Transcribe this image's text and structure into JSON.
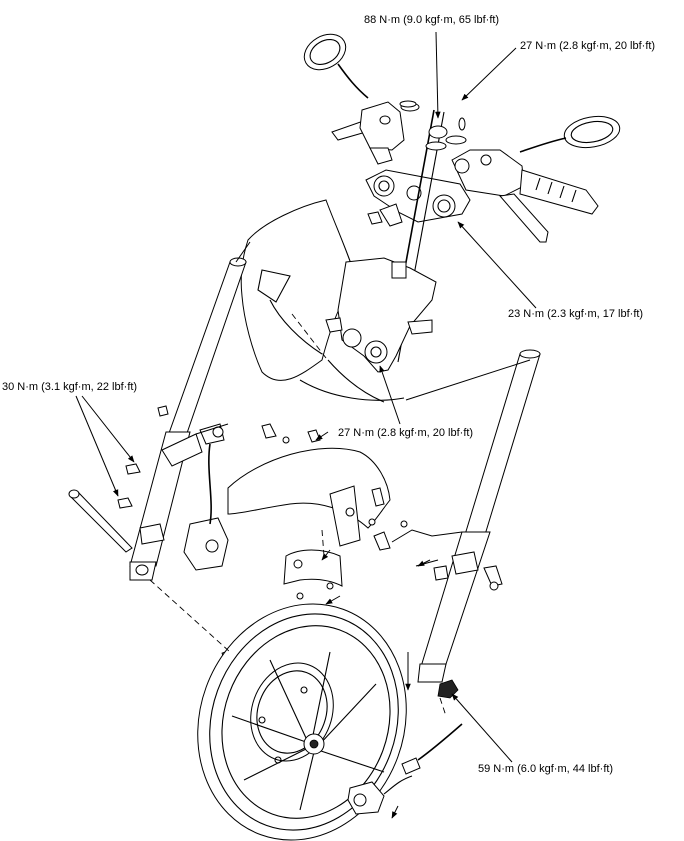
{
  "labels": {
    "steering_stem_nut": "88 N·m (9.0 kgf·m, 65 lbf·ft)",
    "handlebar_pinch_bolt": "27 N·m (2.8 kgf·m, 20 lbf·ft)",
    "top_bridge_pinch_bolt": "23 N·m (2.3 kgf·m, 17 lbf·ft)",
    "caliper_mounting_bolt": "30 N·m (3.1 kgf·m, 22 lbf·ft)",
    "bottom_bridge_pinch_bolt": "27 N·m (2.8 kgf·m, 20 lbf·ft)",
    "front_axle_nut": "59 N·m (6.0 kgf·m, 44 lbf·ft)"
  }
}
